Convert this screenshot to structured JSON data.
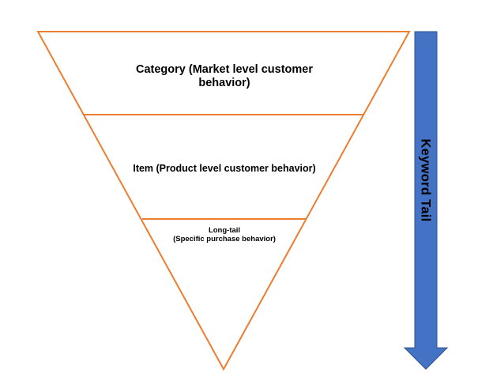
{
  "funnel": {
    "stroke_color": "#ED7D31",
    "fill_color": "#FFFFFF",
    "levels": [
      {
        "line1": "Category (Market level customer",
        "line2": "behavior)"
      },
      {
        "line1": "Item (Product level customer behavior)"
      },
      {
        "line1": "Long-tail",
        "line2": "(Specific purchase behavior)"
      }
    ]
  },
  "arrow": {
    "label": "Keyword Tail",
    "fill_color": "#4472C4",
    "stroke_color": "#2F528F"
  }
}
